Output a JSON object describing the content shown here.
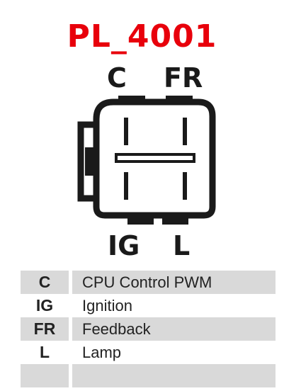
{
  "title": "PL_4001",
  "connector": {
    "pins_top": [
      "C",
      "FR"
    ],
    "pins_bottom": [
      "IG",
      "L"
    ]
  },
  "pin_table": [
    {
      "code": "C",
      "description": "CPU Control PWM"
    },
    {
      "code": "IG",
      "description": "Ignition"
    },
    {
      "code": "FR",
      "description": "Feedback"
    },
    {
      "code": "L",
      "description": "Lamp"
    },
    {
      "code": "",
      "description": ""
    }
  ],
  "colors": {
    "title": "#e8000b",
    "outline": "#1a1a1a",
    "shaded_row": "#d9d9d9"
  }
}
